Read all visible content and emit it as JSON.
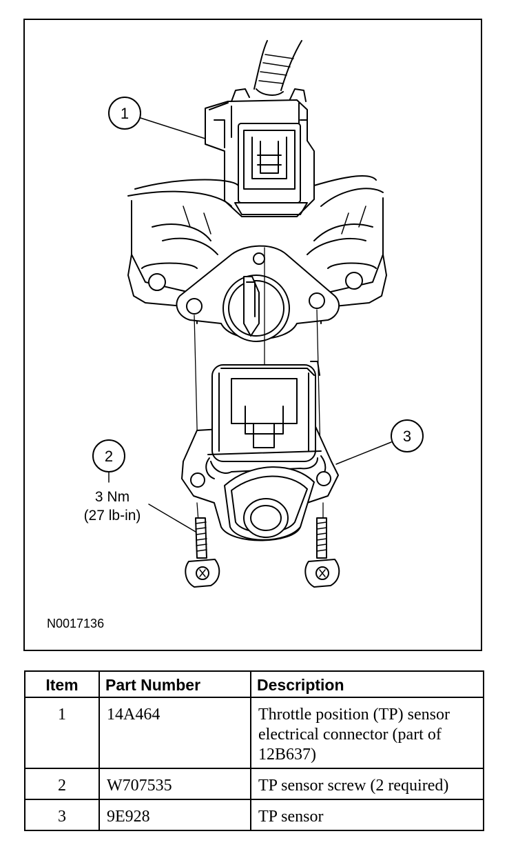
{
  "figure": {
    "figure_id": "N0017136",
    "callouts": [
      {
        "number": "1"
      },
      {
        "number": "2"
      },
      {
        "number": "3"
      }
    ],
    "torque_spec": {
      "metric": "3 Nm",
      "imperial": "(27 lb-in)"
    }
  },
  "parts_table": {
    "headers": {
      "item": "Item",
      "part_number": "Part Number",
      "description": "Description"
    },
    "rows": [
      {
        "item": "1",
        "part_number": "14A464",
        "description": "Throttle position (TP) sensor electrical connector (part of 12B637)"
      },
      {
        "item": "2",
        "part_number": "W707535",
        "description": "TP sensor screw (2 required)"
      },
      {
        "item": "3",
        "part_number": "9E928",
        "description": "TP sensor"
      }
    ]
  }
}
